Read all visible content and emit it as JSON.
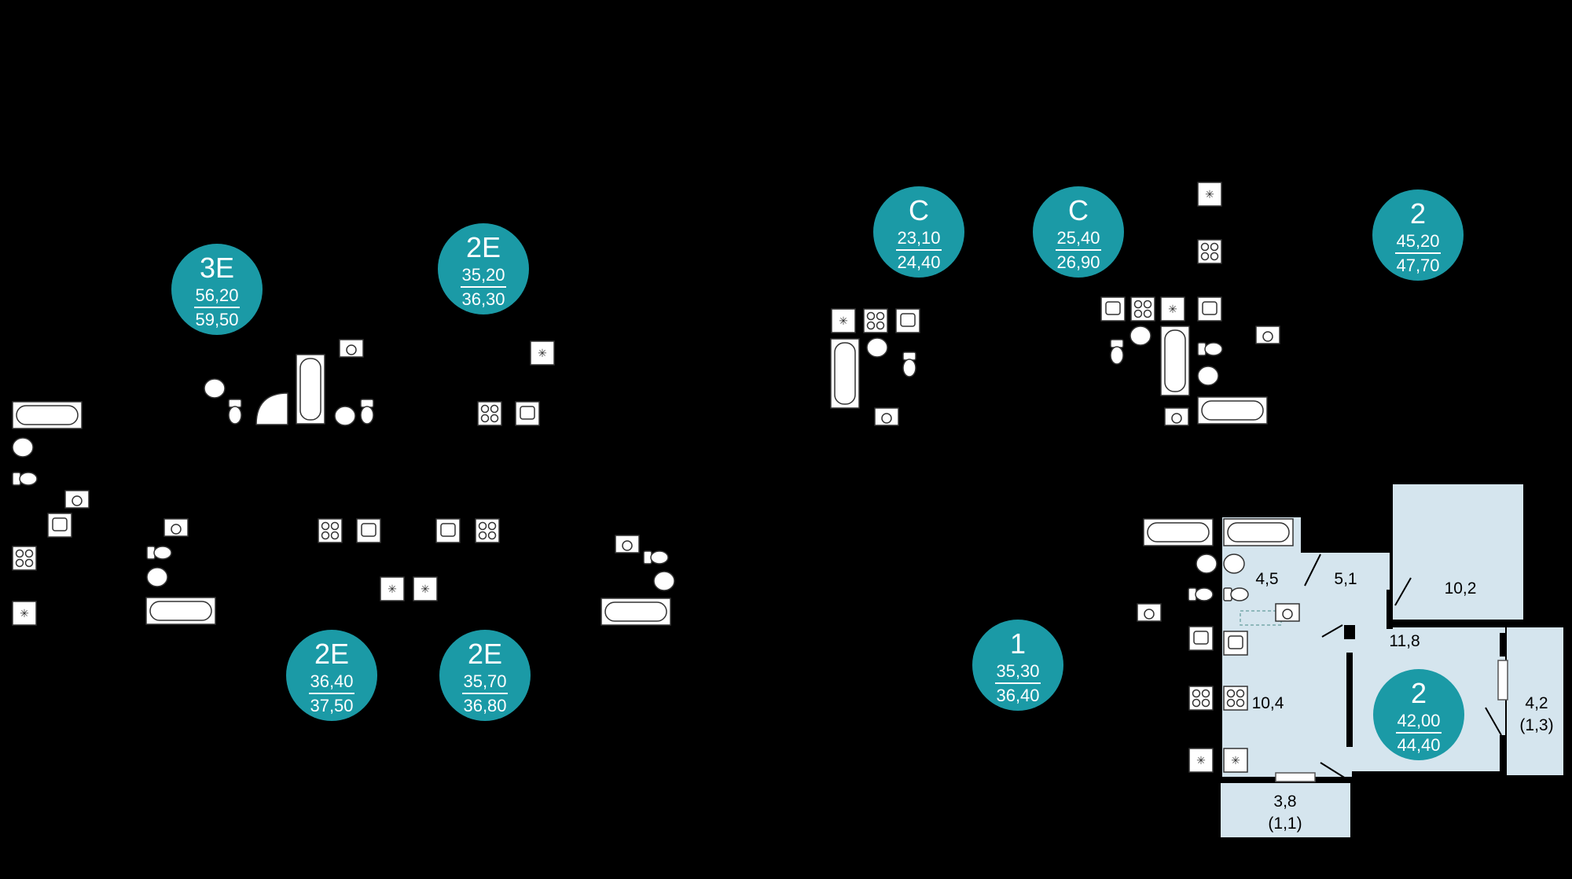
{
  "colors": {
    "background": "#000000",
    "badge": "#1b9aa6",
    "badge_text": "#ffffff",
    "room_fill": "#d5e5ee",
    "fixture_fill": "#ffffff",
    "fixture_stroke": "#333333"
  },
  "apartments": [
    {
      "type": "3E",
      "area_living": "56,20",
      "area_total": "59,50"
    },
    {
      "type": "2E",
      "area_living": "35,20",
      "area_total": "36,30"
    },
    {
      "type": "C",
      "area_living": "23,10",
      "area_total": "24,40"
    },
    {
      "type": "C",
      "area_living": "25,40",
      "area_total": "26,90"
    },
    {
      "type": "2",
      "area_living": "45,20",
      "area_total": "47,70"
    },
    {
      "type": "2E",
      "area_living": "36,40",
      "area_total": "37,50"
    },
    {
      "type": "2E",
      "area_living": "35,70",
      "area_total": "36,80"
    },
    {
      "type": "1",
      "area_living": "35,30",
      "area_total": "36,40"
    },
    {
      "type": "2",
      "area_living": "42,00",
      "area_total": "44,40"
    }
  ],
  "highlighted_rooms": [
    {
      "area": "4,5",
      "sub": ""
    },
    {
      "area": "5,1",
      "sub": ""
    },
    {
      "area": "10,2",
      "sub": ""
    },
    {
      "area": "11,8",
      "sub": ""
    },
    {
      "area": "10,4",
      "sub": ""
    },
    {
      "area": "4,2",
      "sub": "(1,3)"
    },
    {
      "area": "3,8",
      "sub": "(1,1)"
    }
  ]
}
